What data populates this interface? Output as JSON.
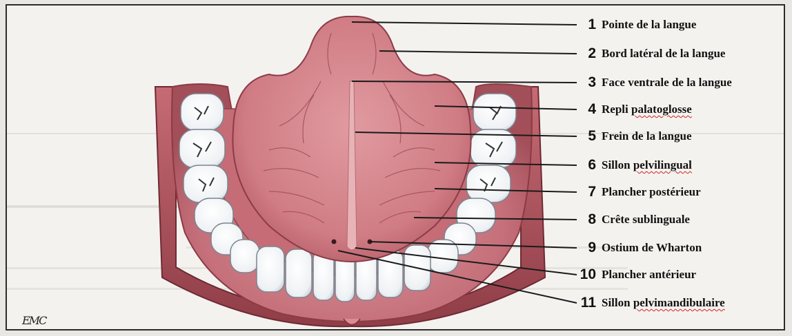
{
  "labels": [
    {
      "num": "1",
      "pre": "Pointe de la langue",
      "squiggle": "",
      "post": ""
    },
    {
      "num": "2",
      "pre": "Bord latéral de la langue",
      "squiggle": "",
      "post": ""
    },
    {
      "num": "3",
      "pre": "Face ventrale de la langue",
      "squiggle": "",
      "post": ""
    },
    {
      "num": "4",
      "pre": "Repli ",
      "squiggle": "palatoglosse",
      "post": ""
    },
    {
      "num": "5",
      "pre": "Frein de la langue",
      "squiggle": "",
      "post": ""
    },
    {
      "num": "6",
      "pre": "Sillon ",
      "squiggle": "pelvilingual",
      "post": ""
    },
    {
      "num": "7",
      "pre": "Plancher postérieur",
      "squiggle": "",
      "post": ""
    },
    {
      "num": "8",
      "pre": "Crête sublinguale",
      "squiggle": "",
      "post": ""
    },
    {
      "num": "9",
      "pre": "Ostium de Wharton",
      "squiggle": "",
      "post": ""
    },
    {
      "num": "10",
      "pre": "Plancher antérieur",
      "squiggle": "",
      "post": ""
    },
    {
      "num": "11",
      "pre": "Sillon ",
      "squiggle": "pelvimandibulaire",
      "post": ""
    }
  ],
  "signature": "EMC",
  "colors": {
    "mucosa": "#c8737a",
    "mucosa_dark": "#9e4650",
    "tongue": "#d7868b",
    "teeth": "#f7f8fa",
    "leader": "#1a1a1a",
    "squiggle": "#d21f1f"
  }
}
